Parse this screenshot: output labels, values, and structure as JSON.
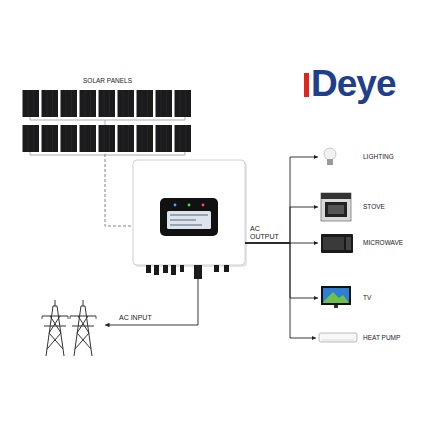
{
  "diagram": {
    "nodes": [
      {
        "text": [
          "SOLAR PANELS"
        ]
      },
      {
        "text": []
      },
      {
        "text": []
      },
      {
        "text": [
          "LIGHTING"
        ]
      },
      {
        "text": [
          "STOVE"
        ]
      },
      {
        "text": [
          "MICROWAVE"
        ]
      },
      {
        "text": [
          "TV"
        ]
      },
      {
        "text": [
          "HEAT PUMP"
        ]
      }
    ],
    "edges": [
      {
        "from": 0,
        "to": 1,
        "arrow": "none"
      },
      {
        "from": 2,
        "to": 1,
        "label": "AC INPUT",
        "arrow": "both"
      },
      {
        "from": 1,
        "to": 3,
        "arrow": "to"
      },
      {
        "from": 1,
        "to": 4,
        "arrow": "to"
      },
      {
        "from": 1,
        "to": 5,
        "label": "AC OUTPUT",
        "arrow": "to"
      },
      {
        "from": 1,
        "to": 6,
        "arrow": "to"
      },
      {
        "from": 1,
        "to": 7,
        "arrow": "to"
      }
    ],
    "labels": [
      "Deye"
    ]
  }
}
